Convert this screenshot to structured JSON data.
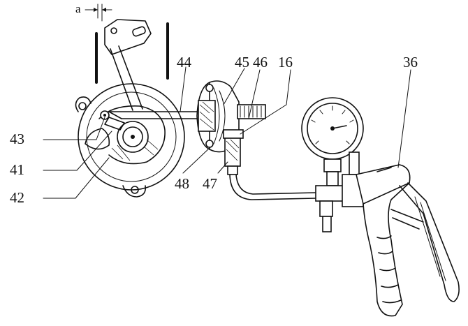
{
  "dimension_label": "a",
  "callouts": [
    {
      "id": "44",
      "text": "44"
    },
    {
      "id": "45",
      "text": "45"
    },
    {
      "id": "46",
      "text": "46"
    },
    {
      "id": "16",
      "text": "16"
    },
    {
      "id": "36",
      "text": "36"
    },
    {
      "id": "43",
      "text": "43"
    },
    {
      "id": "41",
      "text": "41"
    },
    {
      "id": "42",
      "text": "42"
    },
    {
      "id": "48",
      "text": "48"
    },
    {
      "id": "47",
      "text": "47"
    }
  ]
}
